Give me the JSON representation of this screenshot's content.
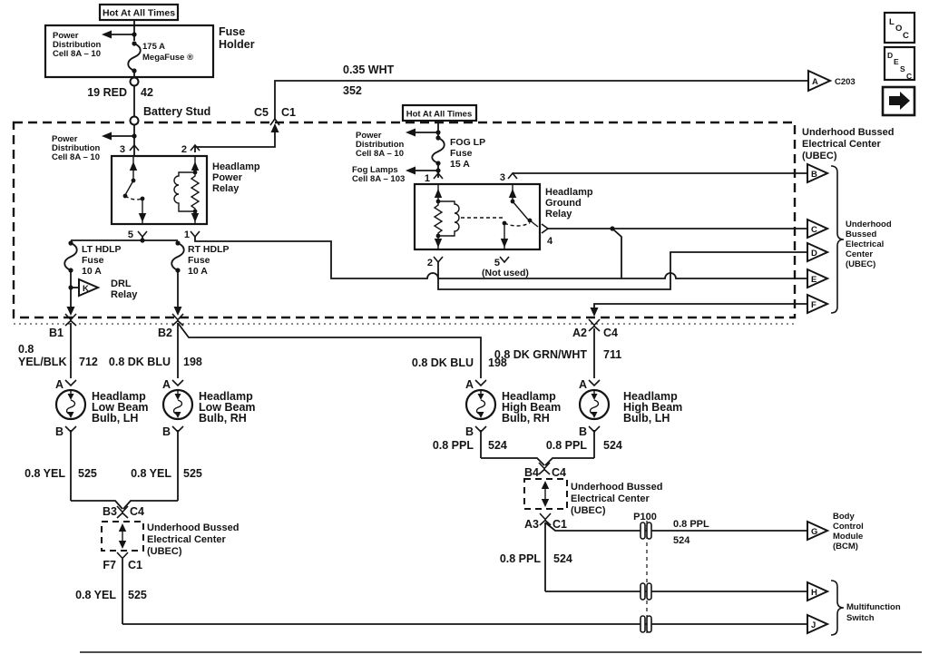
{
  "colors": {
    "ink": "#141414",
    "bg": "#ffffff"
  },
  "nav": {
    "loc": [
      "L",
      "O",
      "C"
    ],
    "desc": [
      "D",
      "E",
      "S",
      "C"
    ]
  },
  "top": {
    "hot_tag": "Hot At All Times",
    "fuse_holder": {
      "ref": [
        "Power",
        "Distribution",
        "Cell 8A – 10"
      ],
      "rating": "175 A",
      "fuse_name": "MegaFuse ®",
      "title": [
        "Fuse",
        "Holder"
      ]
    },
    "battery": {
      "wire": "19 RED",
      "circuit": "42",
      "label": "Battery Stud"
    },
    "to_c203": {
      "c5": "C5",
      "c1": "C1",
      "wire": "0.35 WHT",
      "circuit": "352",
      "pin": "A",
      "connector": "C203"
    },
    "ubec_title": [
      "Underhood Bussed",
      "Electrical Center",
      "(UBEC)"
    ]
  },
  "ubec": {
    "power_ref": [
      "Power",
      "Distribution",
      "Cell 8A – 10"
    ],
    "power_relay": {
      "pins": {
        "p3": "3",
        "p2": "2",
        "p5": "5",
        "p1": "1"
      },
      "name": [
        "Headlamp",
        "Power",
        "Relay"
      ]
    },
    "lt_fuse": [
      "LT HDLP",
      "Fuse",
      "10 A"
    ],
    "rt_fuse": [
      "RT HDLP",
      "Fuse",
      "10 A"
    ],
    "drl": {
      "pin": "K",
      "name": [
        "DRL",
        "Relay"
      ]
    },
    "fog": {
      "hot_tag": "Hot At All Times",
      "power_ref": [
        "Power",
        "Distribution",
        "Cell 8A – 10"
      ],
      "fuse": [
        "FOG LP",
        "Fuse",
        "15 A"
      ],
      "lamps_ref": [
        "Fog Lamps",
        "Cell 8A – 103"
      ]
    },
    "ground_relay": {
      "pins": {
        "p1": "1",
        "p3": "3",
        "p2": "2",
        "p5": "5",
        "p4": "4"
      },
      "name": [
        "Headlamp",
        "Ground",
        "Relay"
      ],
      "not_used": "(Not used)"
    },
    "out_pins": [
      "B",
      "C",
      "D",
      "E",
      "F"
    ],
    "brace_label": [
      "Underhood",
      "Bussed",
      "Electrical",
      "Center",
      "(UBEC)"
    ]
  },
  "branches": {
    "b1": "B1",
    "b2": "B2",
    "a2": "A2",
    "a2c4": "C4",
    "pin_a": "A",
    "pin_b": "B",
    "w712": [
      "0.8",
      "YEL/BLK",
      "712"
    ],
    "w198_low": [
      "0.8 DK BLU",
      "198"
    ],
    "w198_high": [
      "0.8 DK BLU",
      "198"
    ],
    "w711": [
      "0.8 DK GRN/WHT",
      "711"
    ],
    "low_lh": [
      "Headlamp",
      "Low Beam",
      "Bulb, LH"
    ],
    "low_rh": [
      "Headlamp",
      "Low Beam",
      "Bulb, RH"
    ],
    "high_rh": [
      "Headlamp",
      "High Beam",
      "Bulb, RH"
    ],
    "high_lh": [
      "Headlamp",
      "High Beam",
      "Bulb, LH"
    ],
    "w525_lh": [
      "0.8 YEL",
      "525"
    ],
    "w525_rh": [
      "0.8 YEL",
      "525"
    ],
    "w525_out": [
      "0.8 YEL",
      "525"
    ],
    "w524_rh": [
      "0.8 PPL",
      "524"
    ],
    "w524_lh": [
      "0.8 PPL",
      "524"
    ],
    "w524_bcm": [
      "0.8 PPL",
      "524"
    ],
    "w524_down": [
      "0.8 PPL",
      "524"
    ],
    "b3": "B3",
    "b3c4": "C4",
    "f7": "F7",
    "f7c1": "C1",
    "b4": "B4",
    "b4c4": "C4",
    "a3": "A3",
    "a3c1": "C1",
    "ubec_small_1": [
      "Underhood Bussed",
      "Electrical Center",
      "(UBEC)"
    ],
    "ubec_small_2": [
      "Underhood Bussed",
      "Electrical Center",
      "(UBEC)"
    ],
    "p100": "P100",
    "bcm": {
      "pin": "G",
      "name": [
        "Body",
        "Control",
        "Module",
        "(BCM)"
      ]
    },
    "mfs": {
      "pin_h": "H",
      "pin_j": "J",
      "name": [
        "Multifunction",
        "Switch"
      ]
    }
  }
}
